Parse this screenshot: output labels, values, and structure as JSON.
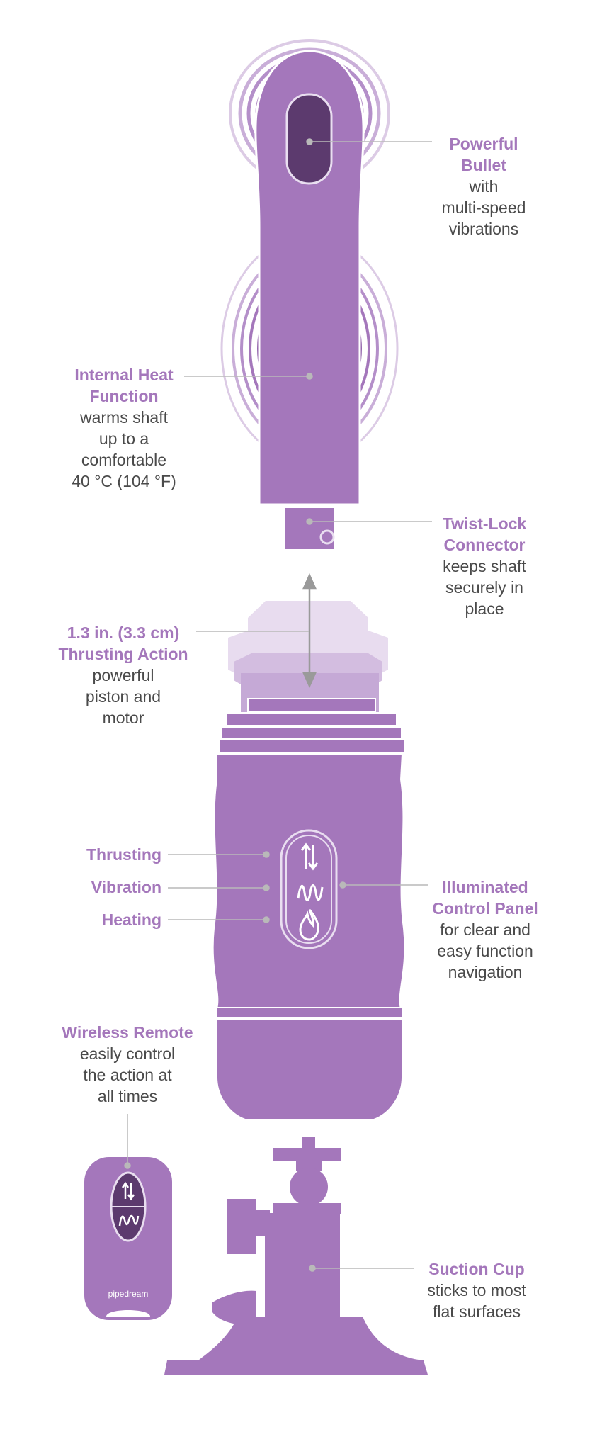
{
  "colors": {
    "body": "#a477bb",
    "body_light": "#c9aed8",
    "body_pale": "#dccbe5",
    "dark": "#5c3a6e",
    "heading": "#a477bb",
    "text": "#4a4a4a",
    "leader": "#b9b9b9"
  },
  "callouts": {
    "bullet": {
      "title_lines": [
        "Powerful",
        "Bullet"
      ],
      "body_lines": [
        "with",
        "multi-speed",
        "vibrations"
      ]
    },
    "heat": {
      "title_lines": [
        "Internal Heat",
        "Function"
      ],
      "body_lines": [
        "warms shaft",
        "up to a",
        "comfortable",
        "40 °C (104 °F)"
      ]
    },
    "twist": {
      "title_lines": [
        "Twist-Lock",
        "Connector"
      ],
      "body_lines": [
        "keeps shaft",
        "securely in",
        "place"
      ]
    },
    "thrust": {
      "title_lines": [
        "1.3 in. (3.3 cm)",
        "Thrusting Action"
      ],
      "body_lines": [
        "powerful",
        "piston and",
        "motor"
      ]
    },
    "panel": {
      "title_lines": [
        "Illuminated",
        "Control Panel"
      ],
      "body_lines": [
        "for clear and",
        "easy function",
        "navigation"
      ]
    },
    "remote": {
      "title_lines": [
        "Wireless Remote"
      ],
      "body_lines": [
        "easily control",
        "the action at",
        "all times"
      ]
    },
    "suction": {
      "title_lines": [
        "Suction Cup"
      ],
      "body_lines": [
        "sticks to most",
        "flat surfaces"
      ]
    }
  },
  "panel_labels": {
    "thrusting": "Thrusting",
    "vibration": "Vibration",
    "heating": "Heating"
  },
  "icons": {
    "thrusting": "up-down-arrows-icon",
    "vibration": "wave-icon",
    "heating": "flame-icon"
  },
  "remote_brand": "pipedream"
}
